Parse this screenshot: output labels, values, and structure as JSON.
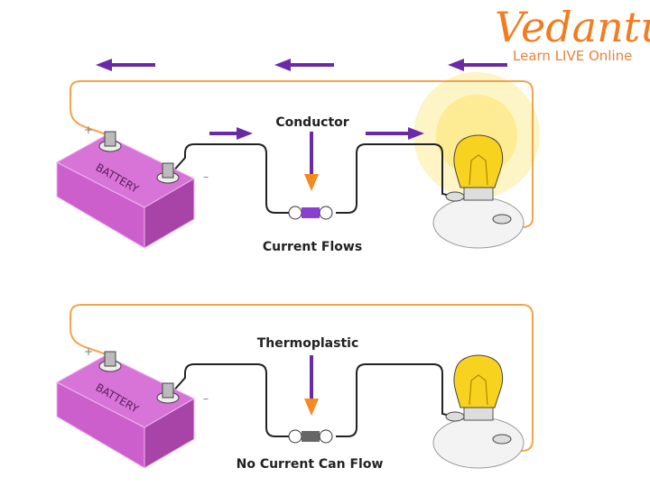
{
  "logo": {
    "brand": "Vedantu",
    "tagline": "Learn LIVE Online"
  },
  "colors": {
    "battery": "#cc66cc",
    "wire_positive": "#f5a34a",
    "wire_negative": "#222222",
    "arrow": "#6a2aa8",
    "arrow_tip": "#f58a1f",
    "bulb": "#f7d21e",
    "glow": "#fdf3b8"
  },
  "circuits": [
    {
      "battery_label": "BATTERY",
      "plus": "+",
      "minus": "–",
      "material_label": "Conductor",
      "status_label": "Current Flows",
      "material_color": "#8a3fd0",
      "bulb_lit": true
    },
    {
      "battery_label": "BATTERY",
      "plus": "+",
      "minus": "–",
      "material_label": "Thermoplastic",
      "status_label": "No Current Can Flow",
      "material_color": "#666666",
      "bulb_lit": false
    }
  ]
}
